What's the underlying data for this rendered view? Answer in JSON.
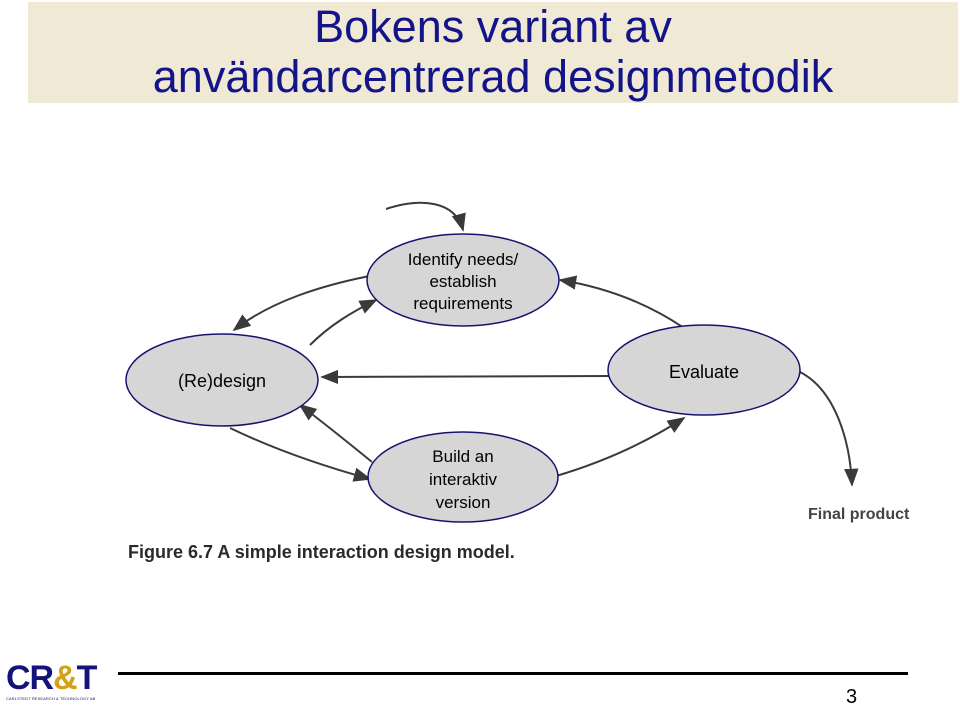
{
  "slide": {
    "title_line1": "Bokens variant av",
    "title_line2": "användarcentrerad designmetodik",
    "page_number": "3"
  },
  "diagram": {
    "nodes": {
      "requirements": [
        "Identify needs/",
        "establish",
        "requirements"
      ],
      "redesign": [
        "(Re)design"
      ],
      "evaluate": [
        "Evaluate"
      ],
      "build": [
        "Build an",
        "interaktiv",
        "version"
      ]
    },
    "final_product_label": "Final product",
    "figure_caption": "Figure 6.7  A simple interaction design model."
  },
  "logo": {
    "name": "CR&T",
    "tagline": "CARLSTEDT RESEARCH & TECHNOLOGY AB"
  },
  "colors": {
    "title": "#13138a",
    "title_band": "#efe9d6",
    "node_fill": "#d6d6d6",
    "node_stroke": "#14146e",
    "logo_accent": "#d4a017"
  }
}
